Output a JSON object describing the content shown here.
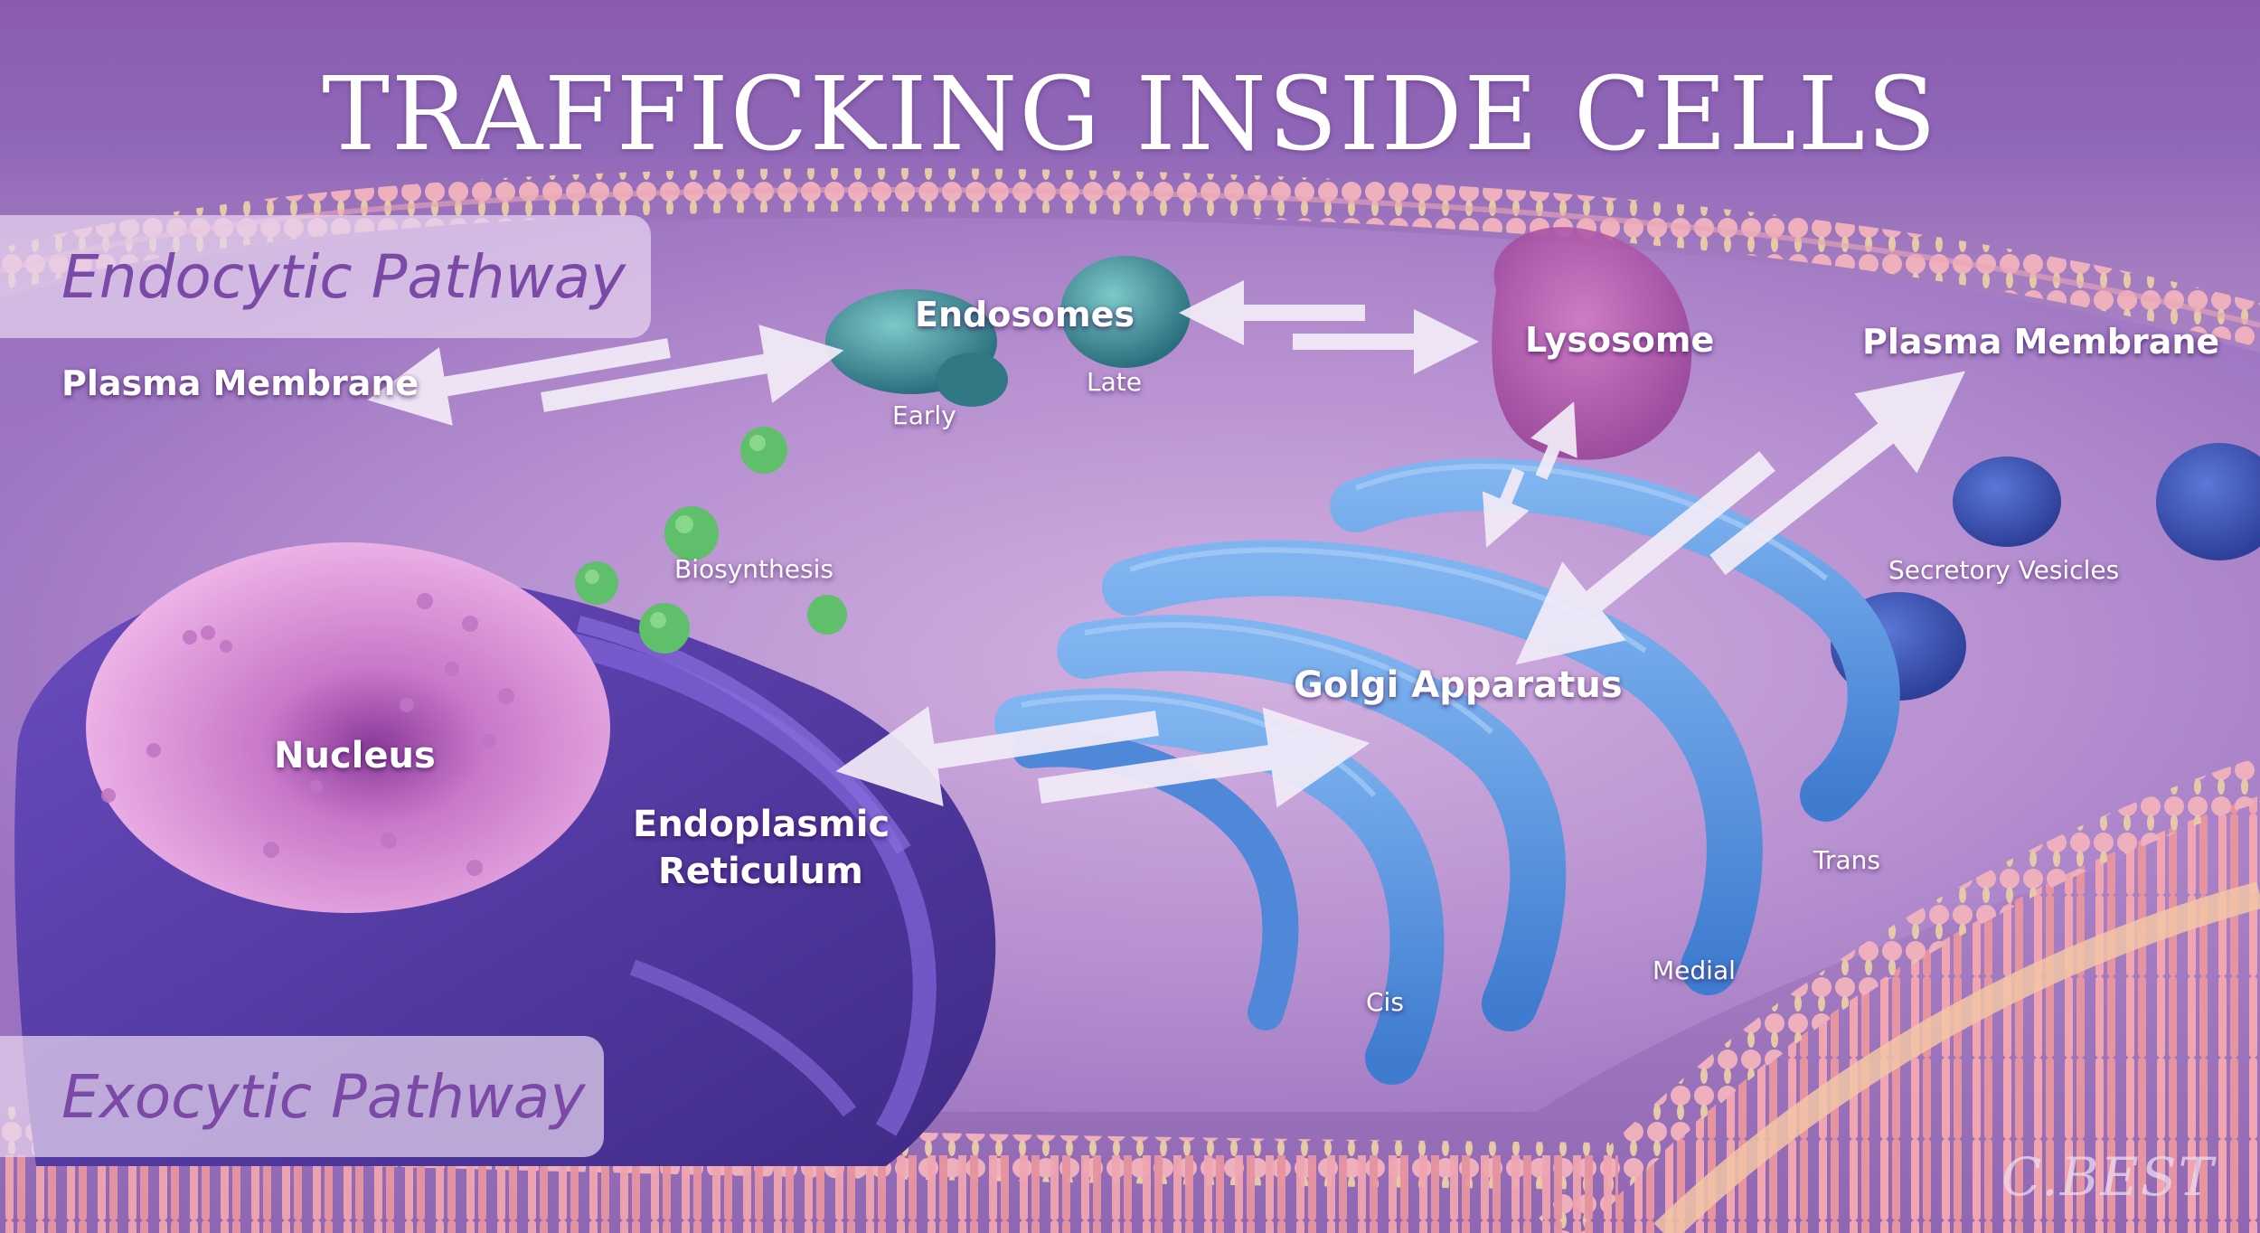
{
  "title": "TRAFFICKING INSIDE CELLS",
  "pathways": {
    "endocytic": "Endocytic Pathway",
    "exocytic": "Exocytic Pathway"
  },
  "labels": {
    "plasma_membrane_left": "Plasma Membrane",
    "endosomes": "Endosomes",
    "early": "Early",
    "late": "Late",
    "lysosome": "Lysosome",
    "plasma_membrane_right": "Plasma Membrane",
    "biosynthesis": "Biosynthesis",
    "secretory_vesicles": "Secretory Vesicles",
    "golgi_apparatus": "Golgi Apparatus",
    "nucleus": "Nucleus",
    "endoplasmic": "Endoplasmic",
    "reticulum": "Reticulum",
    "trans": "Trans",
    "medial": "Medial",
    "cis": "Cis"
  },
  "signature": "C.BEST",
  "colors": {
    "background": "#8f66b2",
    "membrane": "#e9a6b6",
    "golgi": "#5e9be0",
    "nucleus": "#e6a6e0",
    "er": "#5a3fa6",
    "endosome": "#3a8f9a",
    "lysosome": "#b45aa8",
    "vesicle": "#3b55b8",
    "ribosome": "#5fbf6a",
    "arrow": "#f3ecf8"
  }
}
